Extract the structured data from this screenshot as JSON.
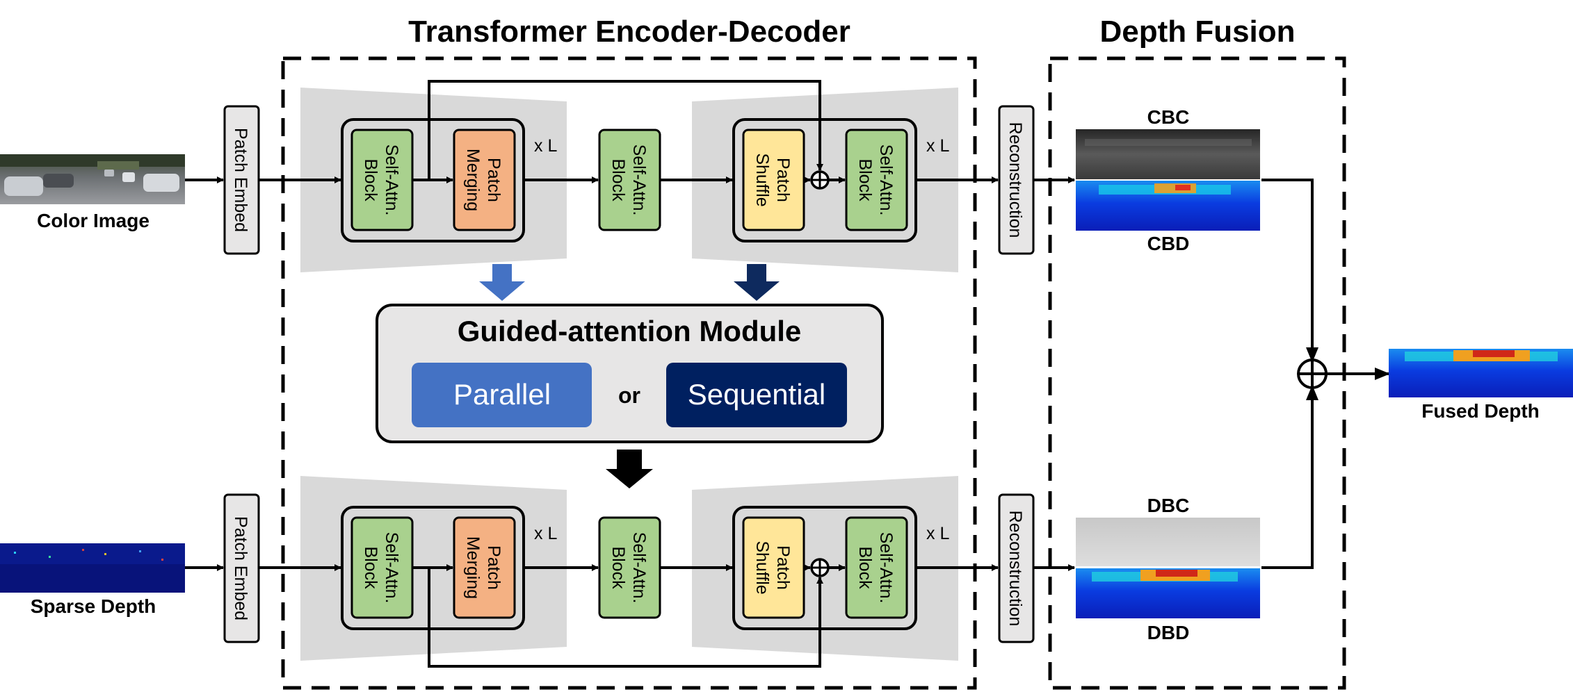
{
  "titles": {
    "encoder_decoder": "Transformer Encoder-Decoder",
    "depth_fusion": "Depth Fusion"
  },
  "inputs": {
    "color_image": "Color Image",
    "sparse_depth": "Sparse Depth"
  },
  "blocks": {
    "patch_embed": "Patch Embed",
    "self_attn_line1": "Self-Attn.",
    "self_attn_line2": "Block",
    "patch_merging_line1": "Patch",
    "patch_merging_line2": "Merging",
    "patch_shuffle_line1": "Patch",
    "patch_shuffle_line2": "Shuffle",
    "reconstruction": "Reconstruction",
    "repeat": "x L"
  },
  "module": {
    "title": "Guided-attention Module",
    "option_a": "Parallel",
    "connector": "or",
    "option_b": "Sequential"
  },
  "fusion": {
    "cbc": "CBC",
    "cbd": "CBD",
    "dbc": "DBC",
    "dbd": "DBD",
    "output": "Fused Depth"
  },
  "colors": {
    "self_attn": "#a9d18e",
    "patch_merging": "#f4b183",
    "patch_shuffle": "#ffe699",
    "gray_panel": "#d9d9d9",
    "module_bg": "#e7e6e6",
    "parallel": "#4472c4",
    "sequential": "#002060",
    "depth_blue": "#0a28c8"
  }
}
